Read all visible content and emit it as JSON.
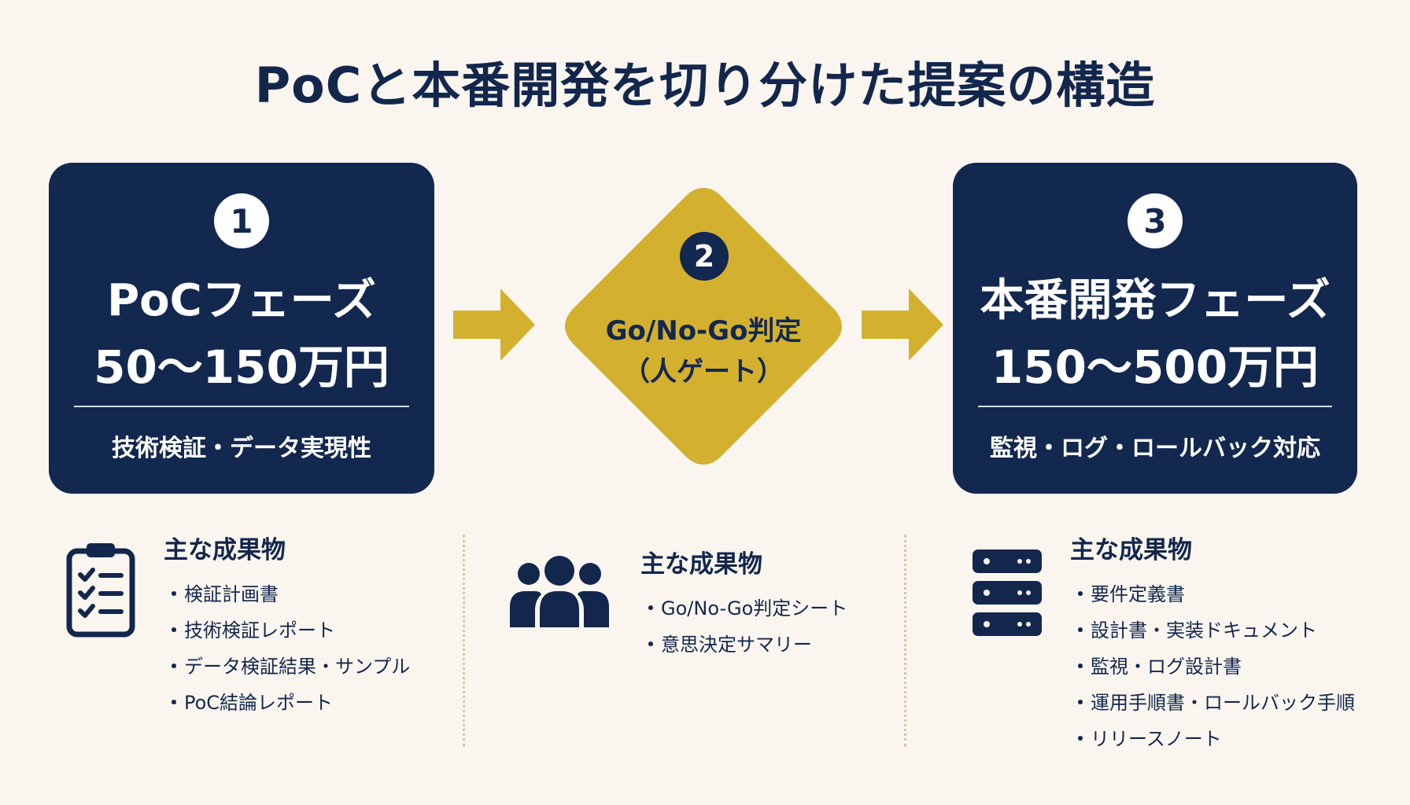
{
  "title": "PoCと本番開発を切り分けた提案の構造",
  "phases": [
    {
      "number": "1",
      "name": "PoCフェーズ",
      "price": "50〜150万円",
      "subtitle": "技術検証・データ実現性"
    },
    {
      "number": "2",
      "name": "Go/No-Go判定",
      "subtitle": "（人ゲート）"
    },
    {
      "number": "3",
      "name": "本番開発フェーズ",
      "price": "150〜500万円",
      "subtitle": "監視・ログ・ロールバック対応"
    }
  ],
  "deliverables": [
    {
      "heading": "主な成果物",
      "icon": "clipboard-checklist-icon",
      "items": [
        "検証計画書",
        "技術検証レポート",
        "データ検証結果・サンプル",
        "PoC結論レポート"
      ]
    },
    {
      "heading": "主な成果物",
      "icon": "people-group-icon",
      "items": [
        "Go/No-Go判定シート",
        "意思決定サマリー"
      ]
    },
    {
      "heading": "主な成果物",
      "icon": "server-stack-icon",
      "items": [
        "要件定義書",
        "設計書・実装ドキュメント",
        "監視・ログ設計書",
        "運用手順書・ロールバック手順",
        "リリースノート"
      ]
    }
  ],
  "bullet": "・",
  "colors": {
    "navy": "#13284f",
    "gold": "#d4b02f",
    "background": "#faf6ef",
    "divider": "#d8c9a6"
  }
}
